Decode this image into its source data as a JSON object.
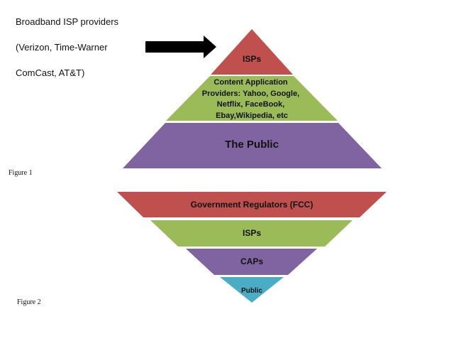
{
  "side_text": {
    "line1": "Broadband ISP providers",
    "line2": "(Verizon, Time-Warner",
    "line3": "ComCast, AT&T)"
  },
  "figure1": {
    "caption": "Figure 1",
    "layers": [
      {
        "label_lines": [
          "ISPs"
        ],
        "color": "#c0504d"
      },
      {
        "label_lines": [
          "Content Application",
          "Providers: Yahoo, Google,",
          "Netflix, FaceBook,",
          "Ebay,Wikipedia, etc"
        ],
        "color": "#9bbb59"
      },
      {
        "label_lines": [
          "The Public"
        ],
        "color": "#8064a2"
      }
    ]
  },
  "figure2": {
    "caption": "Figure 2",
    "layers": [
      {
        "label": "Government Regulators (FCC)",
        "color": "#c0504d"
      },
      {
        "label": "ISPs",
        "color": "#9bbb59"
      },
      {
        "label": "CAPs",
        "color": "#8064a2"
      },
      {
        "label": "Public",
        "color": "#4bacc6"
      }
    ]
  },
  "arrow": {
    "color": "#000000",
    "icon": "right-arrow-icon"
  }
}
